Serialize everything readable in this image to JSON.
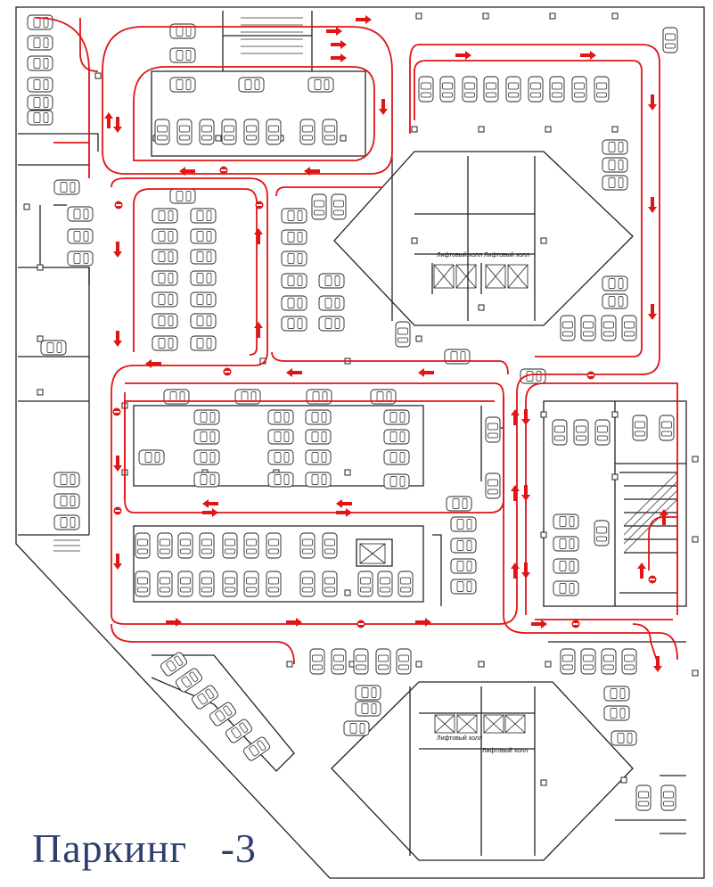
{
  "plan": {
    "title": "Паркинг",
    "level": "-3",
    "elevator_hall_label": "Лифтовый холл",
    "colors": {
      "route": "#e01515",
      "walls": "#222222",
      "title": "#2d3f6e"
    }
  }
}
